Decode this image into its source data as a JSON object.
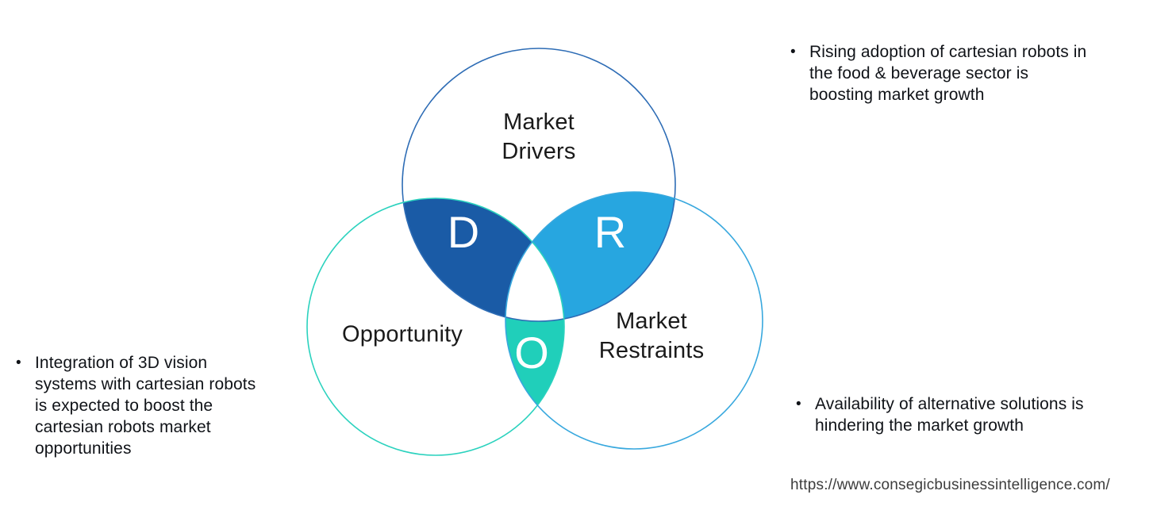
{
  "venn": {
    "drivers": {
      "label": "Market\nDrivers",
      "letter": "D",
      "fill": "#1a5ba6",
      "stroke": "#2d6cb5"
    },
    "opportunity": {
      "label": "Opportunity",
      "letter": "O",
      "fill": "#20cfba",
      "stroke": "#2bd2be"
    },
    "restraints": {
      "label": "Market\nRestraints",
      "letter": "R",
      "fill": "#27a6e0",
      "stroke": "#38a8de"
    },
    "center_fill": "#ffffff"
  },
  "notes": {
    "bullet": "•",
    "driver_note": "Rising adoption of cartesian robots in\nthe food & beverage sector is\nboosting market growth",
    "opportunity_note": "Integration of 3D vision\nsystems with cartesian robots\nis expected to boost the\ncartesian robots market\nopportunities",
    "restraint_note": "Availability of alternative solutions is\nhindering the market growth"
  },
  "footer": {
    "url": "https://www.consegicbusinessintelligence.com/"
  }
}
